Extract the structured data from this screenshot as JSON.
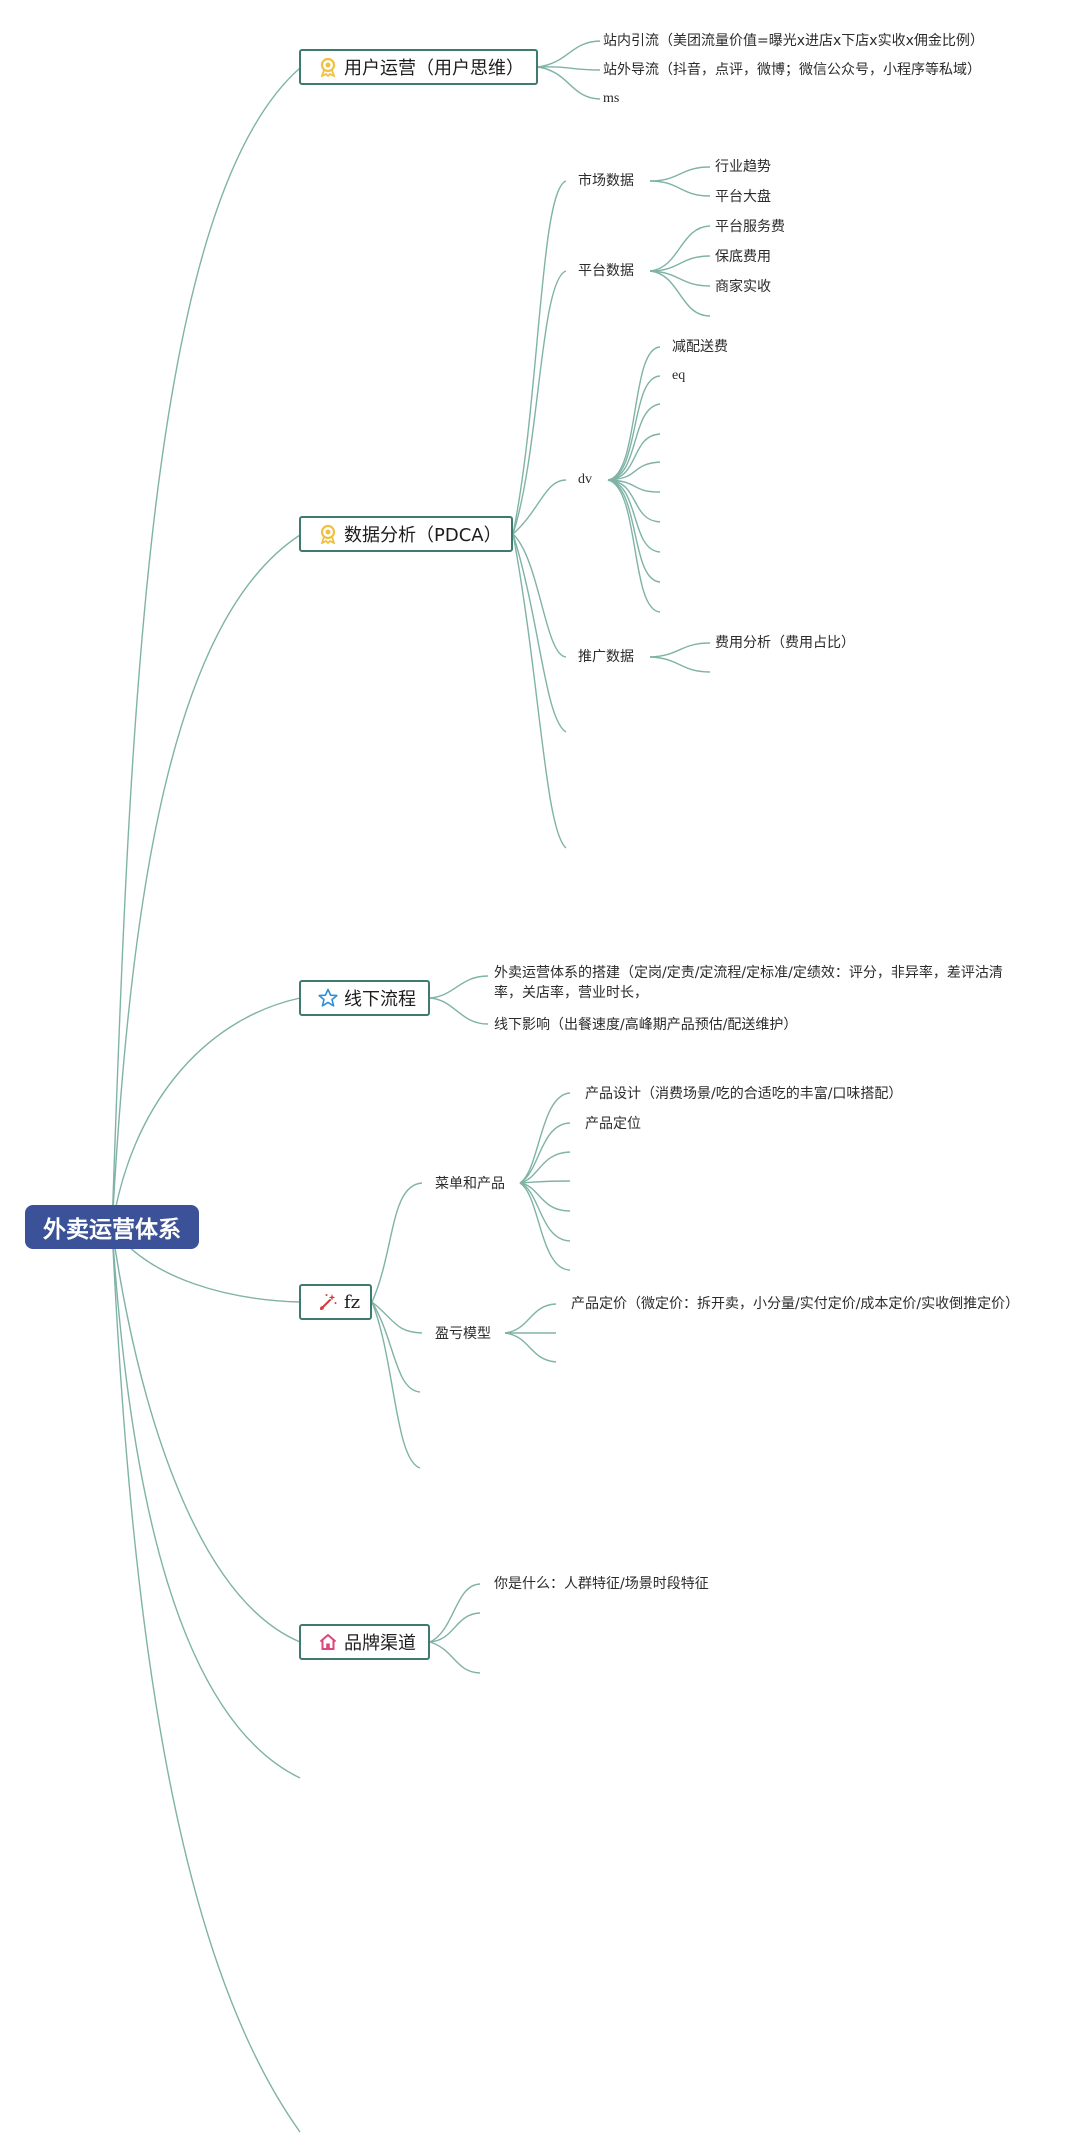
{
  "root": {
    "label": "外卖运营体系"
  },
  "topics": {
    "user_ops": {
      "label": "用户运营（用户思维）",
      "icon": "ribbon-icon"
    },
    "data_analysis": {
      "label": "数据分析（PDCA）",
      "icon": "ribbon-icon"
    },
    "offline": {
      "label": "线下流程",
      "icon": "star-icon"
    },
    "fz": {
      "label": "fz",
      "icon": "magic-wand-icon"
    },
    "brand": {
      "label": "品牌渠道",
      "icon": "house-icon"
    }
  },
  "user_ops": {
    "in_site": "站内引流（美团流量价值=曝光x进店x下店x实收x佣金比例）",
    "out_site": "站外导流（抖音，点评，微博；微信公众号，小程序等私域）",
    "ms": "ms"
  },
  "data_analysis": {
    "market": {
      "label": "市场数据",
      "items": [
        "行业趋势",
        "平台大盘"
      ]
    },
    "platform": {
      "label": "平台数据",
      "items": [
        "平台服务费",
        "保底费用",
        "商家实收"
      ]
    },
    "dv": {
      "label": "dv",
      "items": [
        "减配送费",
        "eq"
      ]
    },
    "promo": {
      "label": "推广数据",
      "items": [
        "费用分析（费用占比）"
      ]
    }
  },
  "offline": {
    "item1": "外卖运营体系的搭建（定岗/定责/定流程/定标准/定绩效：评分，非异率，差评沽清率，关店率，营业时长，",
    "item2": "线下影响（出餐速度/高峰期产品预估/配送维护）"
  },
  "fz": {
    "menu": {
      "label": "菜单和产品",
      "items": [
        "产品设计（消费场景/吃的合适吃的丰富/口味搭配）",
        "产品定位"
      ]
    },
    "profit": {
      "label": "盈亏模型",
      "items": [
        "产品定价（微定价：拆开卖，小分量/实付定价/成本定价/实收倒推定价）"
      ]
    }
  },
  "brand": {
    "item1": "你是什么：人群特征/场景时段特征"
  },
  "colors": {
    "root_bg": "#3c5298",
    "topic_border": "#3f7a6f",
    "connector": "#7fb3a6",
    "ribbon": "#f0c040",
    "star": "#2b8fd6",
    "wand": "#d23a3a",
    "house": "#e0457b"
  }
}
